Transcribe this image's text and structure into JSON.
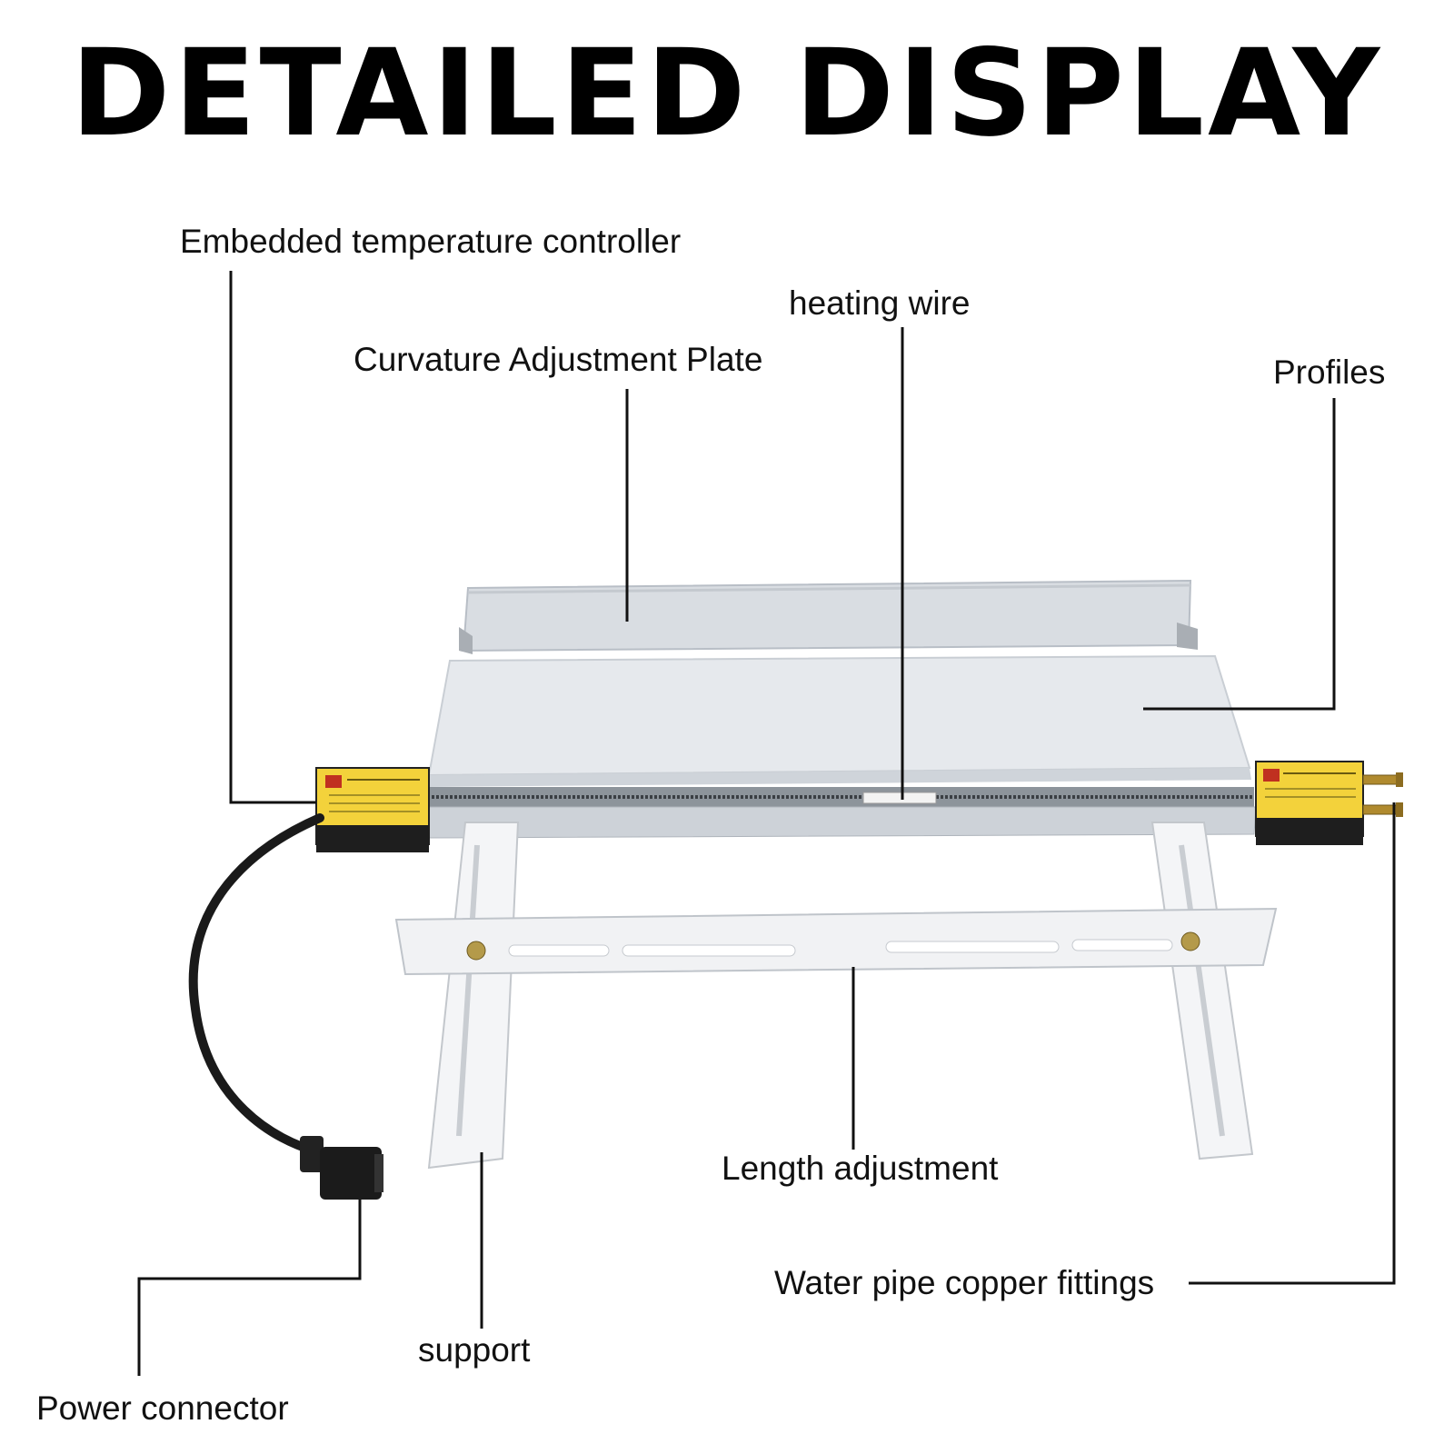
{
  "title": "DETAILED DISPLAY",
  "labels": {
    "temperature_controller": "Embedded temperature controller",
    "heating_wire": "heating wire",
    "curvature_plate": "Curvature Adjustment Plate",
    "profiles": "Profiles",
    "length_adjustment": "Length adjustment",
    "copper_fittings": "Water pipe copper fittings",
    "support": "support",
    "power_connector": "Power connector"
  },
  "colors": {
    "leader_line": "#111111",
    "aluminum": "#dfe3e8",
    "bracket": "#f4f5f7",
    "warning_label": "#f6d53a",
    "end_cap": "#1e1e1e",
    "copper": "#b08a2e"
  }
}
